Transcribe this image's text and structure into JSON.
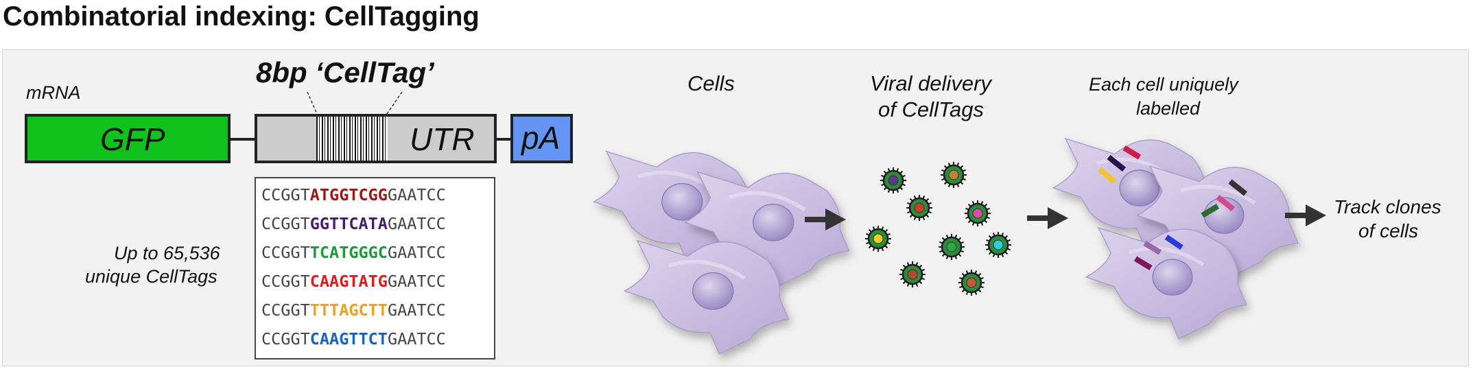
{
  "title": "Combinatorial indexing: CellTagging",
  "construct": {
    "mrna_label": "mRNA",
    "gfp_label": "GFP",
    "celltag_label": "8bp ‘CellTag’",
    "utr_label": "UTR",
    "pa_label": "pA"
  },
  "library": {
    "caption_line1": "Up to 65,536",
    "caption_line2": "unique CellTags",
    "sequences": [
      {
        "prefix": "CCGGT",
        "tag": "ATGGTCGG",
        "suffix": "GAATCC",
        "color": "#a31515"
      },
      {
        "prefix": "CCGGT",
        "tag": "GGTTCATA",
        "suffix": "GAATCC",
        "color": "#4a1a6e"
      },
      {
        "prefix": "CCGGT",
        "tag": "TCATGGGC",
        "suffix": "GAATCC",
        "color": "#1a9a3a"
      },
      {
        "prefix": "CCGGT",
        "tag": "CAAGTATG",
        "suffix": "GAATCC",
        "color": "#e01b1b"
      },
      {
        "prefix": "CCGGT",
        "tag": "TTTAGCTT",
        "suffix": "GAATCC",
        "color": "#f0a020"
      },
      {
        "prefix": "CCGGT",
        "tag": "CAAGTTCT",
        "suffix": "GAATCC",
        "color": "#1565c0"
      }
    ]
  },
  "workflow": {
    "cells_label": "Cells",
    "viral_label_line1": "Viral delivery",
    "viral_label_line2": "of CellTags",
    "labelled_line1": "Each cell uniquely",
    "labelled_line2": "labelled",
    "track_line1": "Track clones",
    "track_line2": "of cells"
  },
  "colors": {
    "gfp": "#11c21d",
    "utr": "#cccccc",
    "pa": "#6495f2",
    "cell": "#c9bde0",
    "nucleus": "#a597cc",
    "virus_shell": "#2e8b3e",
    "arrow": "#333333"
  },
  "virus_cores": [
    "#5a3b8a",
    "#b8892c",
    "#c8402e",
    "#d64fa0",
    "#e8d21a",
    "#2fa84a",
    "#2ad0d8",
    "#b8492e",
    "#c85a3a"
  ]
}
